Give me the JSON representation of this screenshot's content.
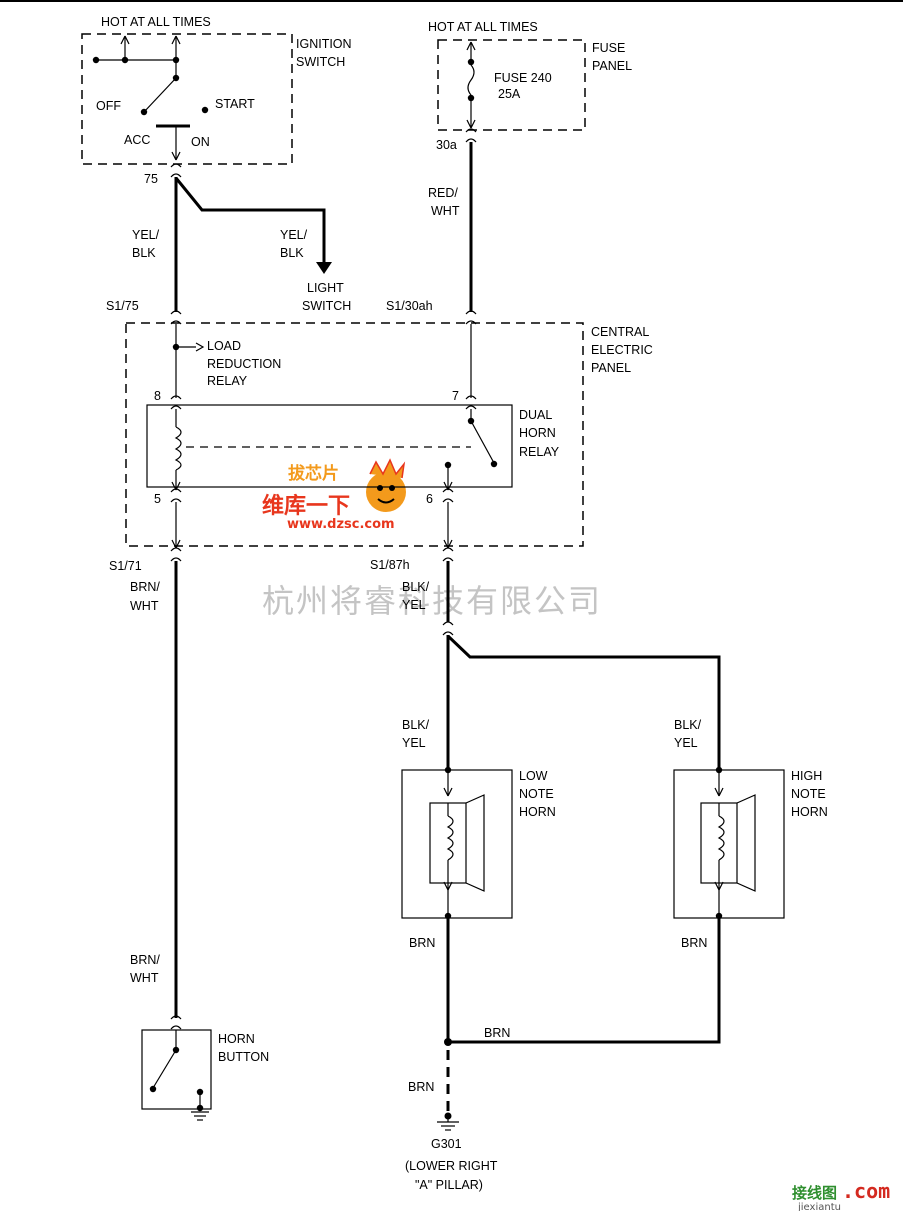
{
  "labels": {
    "hot1": "HOT AT ALL TIMES",
    "hot2": "HOT AT ALL TIMES",
    "ign1": "IGNITION",
    "ign2": "SWITCH",
    "off": "OFF",
    "start": "START",
    "acc": "ACC",
    "on": "ON",
    "p75": "75",
    "fuse1": "FUSE",
    "fuse2": "PANEL",
    "fuse240": "FUSE 240",
    "amp": "25A",
    "p30": "30a",
    "wYelBlk1a": "YEL/",
    "wYelBlk1b": "BLK",
    "wYelBlk2a": "YEL/",
    "wYelBlk2b": "BLK",
    "light1": "LIGHT",
    "light2": "SWITCH",
    "wRedWht1": "RED/",
    "wRedWht2": "WHT",
    "s175": "S1/75",
    "s130": "S1/30ah",
    "cep1": "CENTRAL",
    "cep2": "ELECTRIC",
    "cep3": "PANEL",
    "load1": "LOAD",
    "load2": "REDUCTION",
    "load3": "RELAY",
    "p8": "8",
    "p7": "7",
    "p5": "5",
    "p6": "6",
    "dual1": "DUAL",
    "dual2": "HORN",
    "dual3": "RELAY",
    "s171": "S1/71",
    "s187": "S1/87h",
    "wBrnWht1a": "BRN/",
    "wBrnWht1b": "WHT",
    "wBlkYel1a": "BLK/",
    "wBlkYel1b": "YEL",
    "wBlkYel2a": "BLK/",
    "wBlkYel2b": "YEL",
    "wBlkYel3a": "BLK/",
    "wBlkYel3b": "YEL",
    "low1": "LOW",
    "low2": "NOTE",
    "low3": "HORN",
    "high1": "HIGH",
    "high2": "NOTE",
    "high3": "HORN",
    "brn1": "BRN",
    "brn2": "BRN",
    "brn3": "BRN",
    "brn4": "BRN",
    "wBrnWht2a": "BRN/",
    "wBrnWht2b": "WHT",
    "hb1": "HORN",
    "hb2": "BUTTON",
    "g301": "G301",
    "loc1": "(LOWER RIGHT",
    "loc2": "\"A\" PILLAR)"
  },
  "watermarks": {
    "company": "杭州将睿科技有限公司",
    "logo_top": "拔芯片",
    "logo_mid": "维库一下",
    "logo_url": "www.dzsc.com",
    "corner1": "接线图",
    "corner2": ".com",
    "corner3": "jiexiantu"
  },
  "colors": {
    "line": "#000000",
    "watermark": "#c4c4c4",
    "logo_red": "#e8361d",
    "logo_orange": "#f39a1c",
    "corner_green": "#2f8f2f",
    "corner_red": "#d42a20"
  }
}
